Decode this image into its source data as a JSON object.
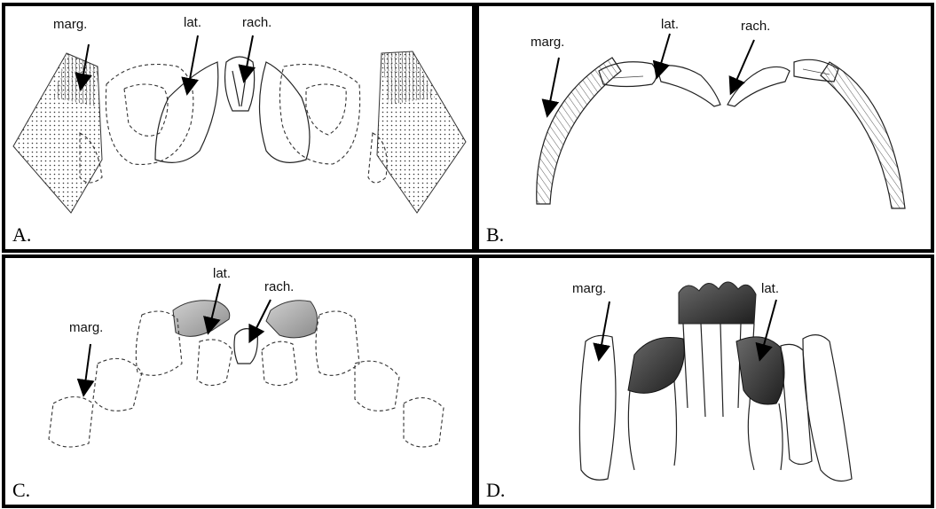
{
  "panels": [
    {
      "id": "A",
      "label": "A.",
      "callouts": [
        "marg.",
        "lat.",
        "rach."
      ]
    },
    {
      "id": "B",
      "label": "B.",
      "callouts": [
        "marg.",
        "lat.",
        "rach."
      ]
    },
    {
      "id": "C",
      "label": "C.",
      "callouts": [
        "lat.",
        "rach.",
        "marg."
      ]
    },
    {
      "id": "D",
      "label": "D.",
      "callouts": [
        "marg.",
        "lat."
      ]
    }
  ],
  "colors": {
    "frame": "#000000",
    "shade_light": "#9c9c9c",
    "shade_dark": "#3a3a3a"
  }
}
